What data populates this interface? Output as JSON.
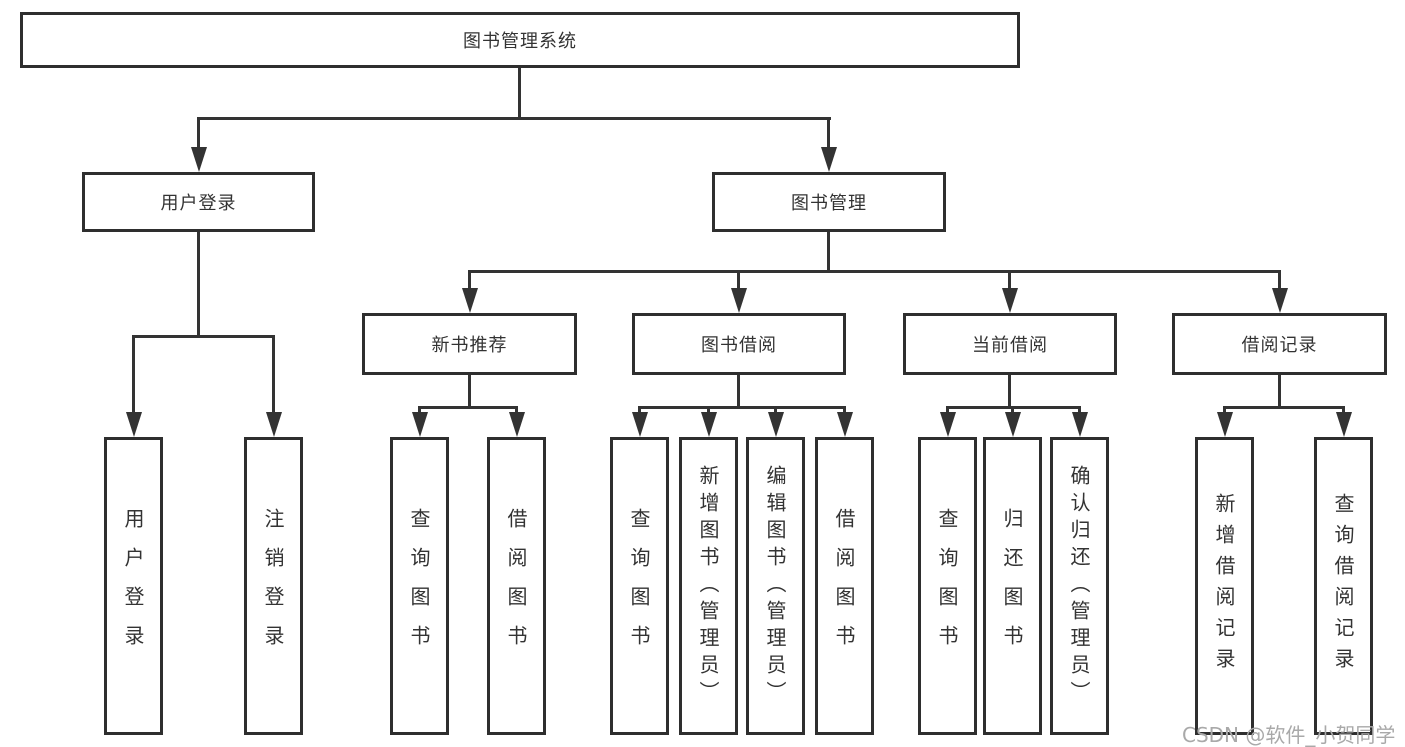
{
  "diagram": {
    "root": {
      "label": "图书管理系统"
    },
    "level2": [
      {
        "label": "用户登录"
      },
      {
        "label": "图书管理"
      }
    ],
    "level3": [
      {
        "label": "新书推荐",
        "parent": "图书管理"
      },
      {
        "label": "图书借阅",
        "parent": "图书管理"
      },
      {
        "label": "当前借阅",
        "parent": "图书管理"
      },
      {
        "label": "借阅记录",
        "parent": "图书管理"
      }
    ],
    "leaves": [
      {
        "label": "用户登录",
        "parent": "用户登录"
      },
      {
        "label": "注销登录",
        "parent": "用户登录"
      },
      {
        "label": "查询图书",
        "parent": "新书推荐"
      },
      {
        "label": "借阅图书",
        "parent": "新书推荐"
      },
      {
        "label": "查询图书",
        "parent": "图书借阅"
      },
      {
        "label": "新增图书（管理员）",
        "parent": "图书借阅"
      },
      {
        "label": "编辑图书（管理员）",
        "parent": "图书借阅"
      },
      {
        "label": "借阅图书",
        "parent": "图书借阅"
      },
      {
        "label": "查询图书",
        "parent": "当前借阅"
      },
      {
        "label": "归还图书",
        "parent": "当前借阅"
      },
      {
        "label": "确认归还（管理员）",
        "parent": "当前借阅"
      },
      {
        "label": "新增借阅记录",
        "parent": "借阅记录"
      },
      {
        "label": "查询借阅记录",
        "parent": "借阅记录"
      }
    ]
  },
  "watermark": {
    "text": "CSDN @软件_小贺同学"
  },
  "colors": {
    "background": "#ffffff",
    "line": "#333333",
    "box_border": "#2e2e2e",
    "text": "#333333",
    "watermark": "#a9a9a9"
  }
}
